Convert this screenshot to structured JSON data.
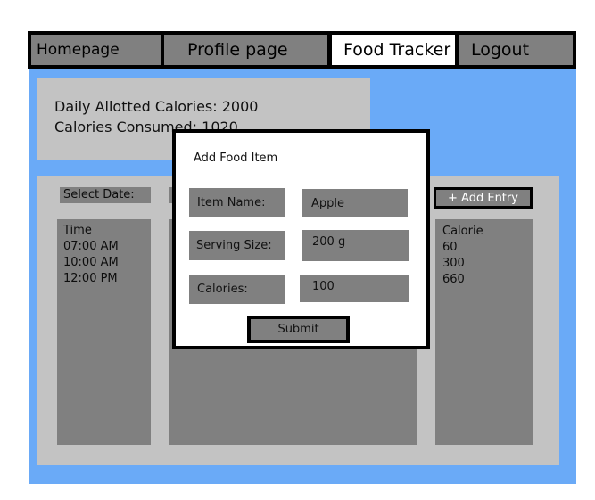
{
  "nav": {
    "tabs": [
      {
        "label": "Homepage"
      },
      {
        "label": "Profile page"
      },
      {
        "label": "Food Tracker"
      },
      {
        "label": "Logout"
      }
    ],
    "active": "Food Tracker"
  },
  "stats": {
    "allotted": "Daily Allotted Calories: 2000",
    "consumed": "Calories Consumed: 1020"
  },
  "main": {
    "select_date_label": "Select Date:",
    "add_entry_label": "+ Add Entry",
    "time_column": {
      "header": "Time",
      "values": [
        "07:00 AM",
        "10:00 AM",
        "12:00 PM"
      ]
    },
    "calorie_column": {
      "header": "Calorie",
      "values": [
        "60",
        "300",
        "660"
      ]
    }
  },
  "modal": {
    "title": "Add Food Item",
    "fields": [
      {
        "label": "Item Name:",
        "value": "Apple"
      },
      {
        "label": "Serving Size:",
        "value": "200 g"
      },
      {
        "label": "Calories:",
        "value": "100"
      }
    ],
    "submit_label": "Submit"
  },
  "colors": {
    "background_blue": "#6aaaf7",
    "panel_light_grey": "#c3c3c3",
    "box_grey": "#808080",
    "border_black": "#000000"
  }
}
